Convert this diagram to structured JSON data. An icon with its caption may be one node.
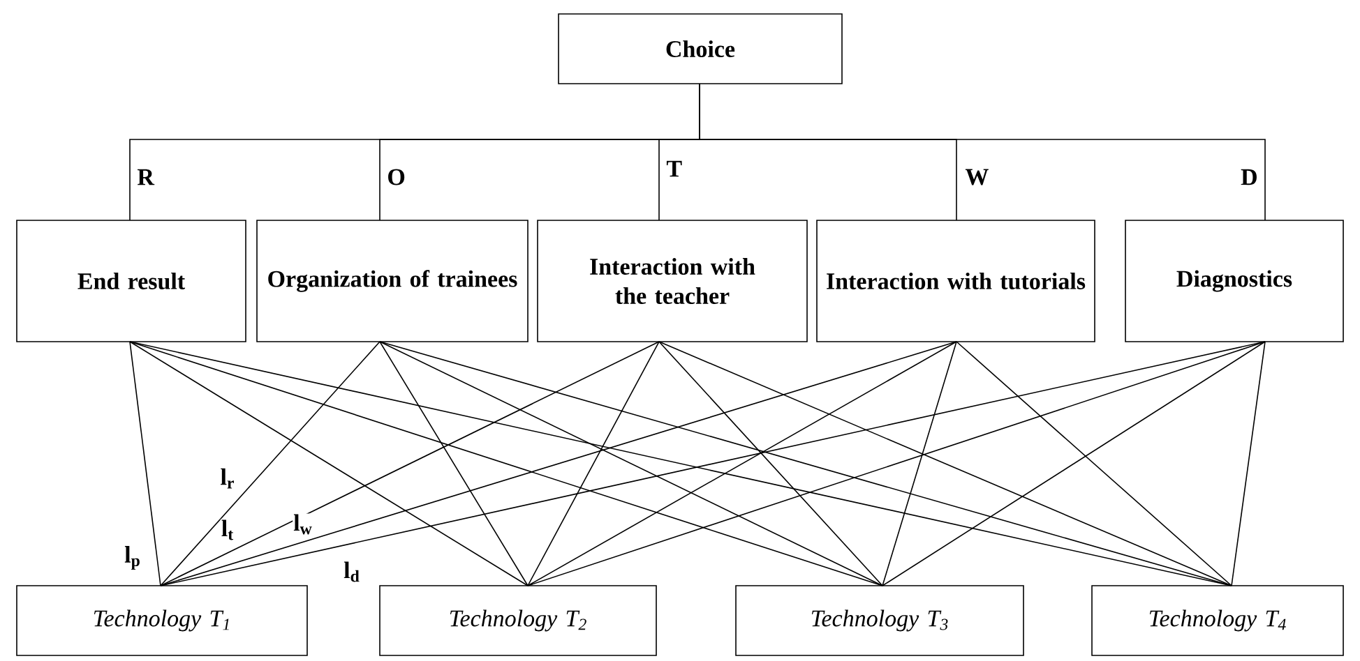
{
  "diagram": {
    "nodes": [
      {
        "text": [
          "Choice"
        ]
      },
      {
        "text": [
          "End result"
        ]
      },
      {
        "text": [
          "Organization of trainees"
        ]
      },
      {
        "text": [
          "Interaction with the teacher"
        ]
      },
      {
        "text": [
          "Interaction with tutorials"
        ]
      },
      {
        "text": [
          "Diagnostics"
        ]
      },
      {
        "text": [
          "Technology T$_{1}$"
        ]
      },
      {
        "text": [
          "Technology T$_{2}$"
        ]
      },
      {
        "text": [
          "Technology T$_{3}$"
        ]
      },
      {
        "text": [
          "Technology T$_{4}$"
        ]
      }
    ],
    "edges": [
      {
        "from": 0,
        "to": 1,
        "arrow": "none",
        "label": "R"
      },
      {
        "from": 0,
        "to": 2,
        "arrow": "none",
        "label": "O"
      },
      {
        "from": 0,
        "to": 3,
        "arrow": "none",
        "label": "T"
      },
      {
        "from": 0,
        "to": 4,
        "arrow": "none",
        "label": "W"
      },
      {
        "from": 0,
        "to": 5,
        "arrow": "none",
        "label": "D"
      },
      {
        "from": 1,
        "to": 6,
        "arrow": "none"
      },
      {
        "from": 1,
        "to": 7,
        "arrow": "none"
      },
      {
        "from": 1,
        "to": 8,
        "arrow": "none"
      },
      {
        "from": 1,
        "to": 9,
        "arrow": "none"
      },
      {
        "from": 2,
        "to": 6,
        "arrow": "none"
      },
      {
        "from": 2,
        "to": 7,
        "arrow": "none"
      },
      {
        "from": 2,
        "to": 8,
        "arrow": "none"
      },
      {
        "from": 2,
        "to": 9,
        "arrow": "none"
      },
      {
        "from": 3,
        "to": 6,
        "arrow": "none"
      },
      {
        "from": 3,
        "to": 7,
        "arrow": "none"
      },
      {
        "from": 3,
        "to": 8,
        "arrow": "none"
      },
      {
        "from": 3,
        "to": 9,
        "arrow": "none"
      },
      {
        "from": 4,
        "to": 6,
        "arrow": "none"
      },
      {
        "from": 4,
        "to": 7,
        "arrow": "none"
      },
      {
        "from": 4,
        "to": 8,
        "arrow": "none"
      },
      {
        "from": 4,
        "to": 9,
        "arrow": "none"
      },
      {
        "from": 5,
        "to": 6,
        "arrow": "none"
      },
      {
        "from": 5,
        "to": 7,
        "arrow": "none"
      },
      {
        "from": 5,
        "to": 8,
        "arrow": "none"
      },
      {
        "from": 5,
        "to": 9,
        "arrow": "none"
      }
    ],
    "labels": [
      "l$_{r}$",
      "l$_{p}$",
      "l$_{t}$",
      "l$_{w}$",
      "l$_{d}$"
    ]
  }
}
